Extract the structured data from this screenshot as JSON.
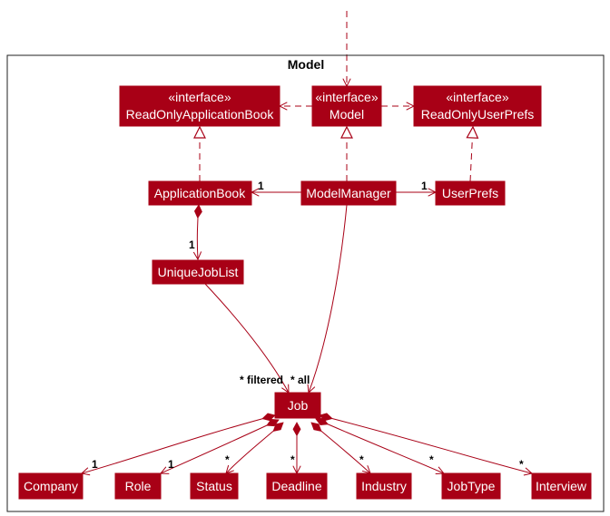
{
  "frame": {
    "title": "Model"
  },
  "nodes": {
    "read_only_application_book": {
      "stereotype": "«interface»",
      "name": "ReadOnlyApplicationBook"
    },
    "model": {
      "stereotype": "«interface»",
      "name": "Model"
    },
    "read_only_user_prefs": {
      "stereotype": "«interface»",
      "name": "ReadOnlyUserPrefs"
    },
    "application_book": {
      "name": "ApplicationBook"
    },
    "model_manager": {
      "name": "ModelManager"
    },
    "user_prefs": {
      "name": "UserPrefs"
    },
    "unique_job_list": {
      "name": "UniqueJobList"
    },
    "job": {
      "name": "Job"
    },
    "company": {
      "name": "Company"
    },
    "role": {
      "name": "Role"
    },
    "status": {
      "name": "Status"
    },
    "deadline": {
      "name": "Deadline"
    },
    "industry": {
      "name": "Industry"
    },
    "job_type": {
      "name": "JobType"
    },
    "interview": {
      "name": "Interview"
    }
  },
  "multiplicities": {
    "modelmanager_applicationbook": "1",
    "modelmanager_userprefs": "1",
    "applicationbook_uniquejoblist": "1",
    "job_filtered": "* filtered",
    "job_all": "* all",
    "job_company": "1",
    "job_role": "1",
    "job_status": "*",
    "job_deadline": "*",
    "job_industry": "*",
    "job_jobtype": "*",
    "job_interview": "*"
  },
  "colors": {
    "node_fill": "#a80016",
    "node_text": "#ffffff",
    "edge": "#a80016",
    "frame": "#222222"
  }
}
